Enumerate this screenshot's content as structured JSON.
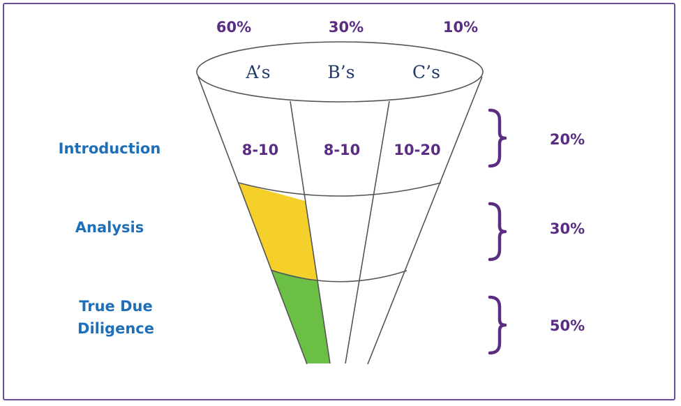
{
  "top_shares": {
    "a": "60%",
    "b": "30%",
    "c": "10%"
  },
  "grades": {
    "a": "A’s",
    "b": "B’s",
    "c": "C’s"
  },
  "stages": {
    "introduction": "Introduction",
    "analysis": "Analysis",
    "due_diligence_line1": "True Due",
    "due_diligence_line2": "Diligence"
  },
  "counts": {
    "a": "8-10",
    "b": "8-10",
    "c": "10-20"
  },
  "stage_shares": {
    "introduction": "20%",
    "analysis": "30%",
    "due_diligence": "50%"
  },
  "colors": {
    "frame": "#6a4a9a",
    "highlight_analysis": "#f5d02a",
    "highlight_due_diligence": "#6cbf45",
    "stage_text": "#1f6fb8",
    "percent_text": "#5a2d82"
  }
}
